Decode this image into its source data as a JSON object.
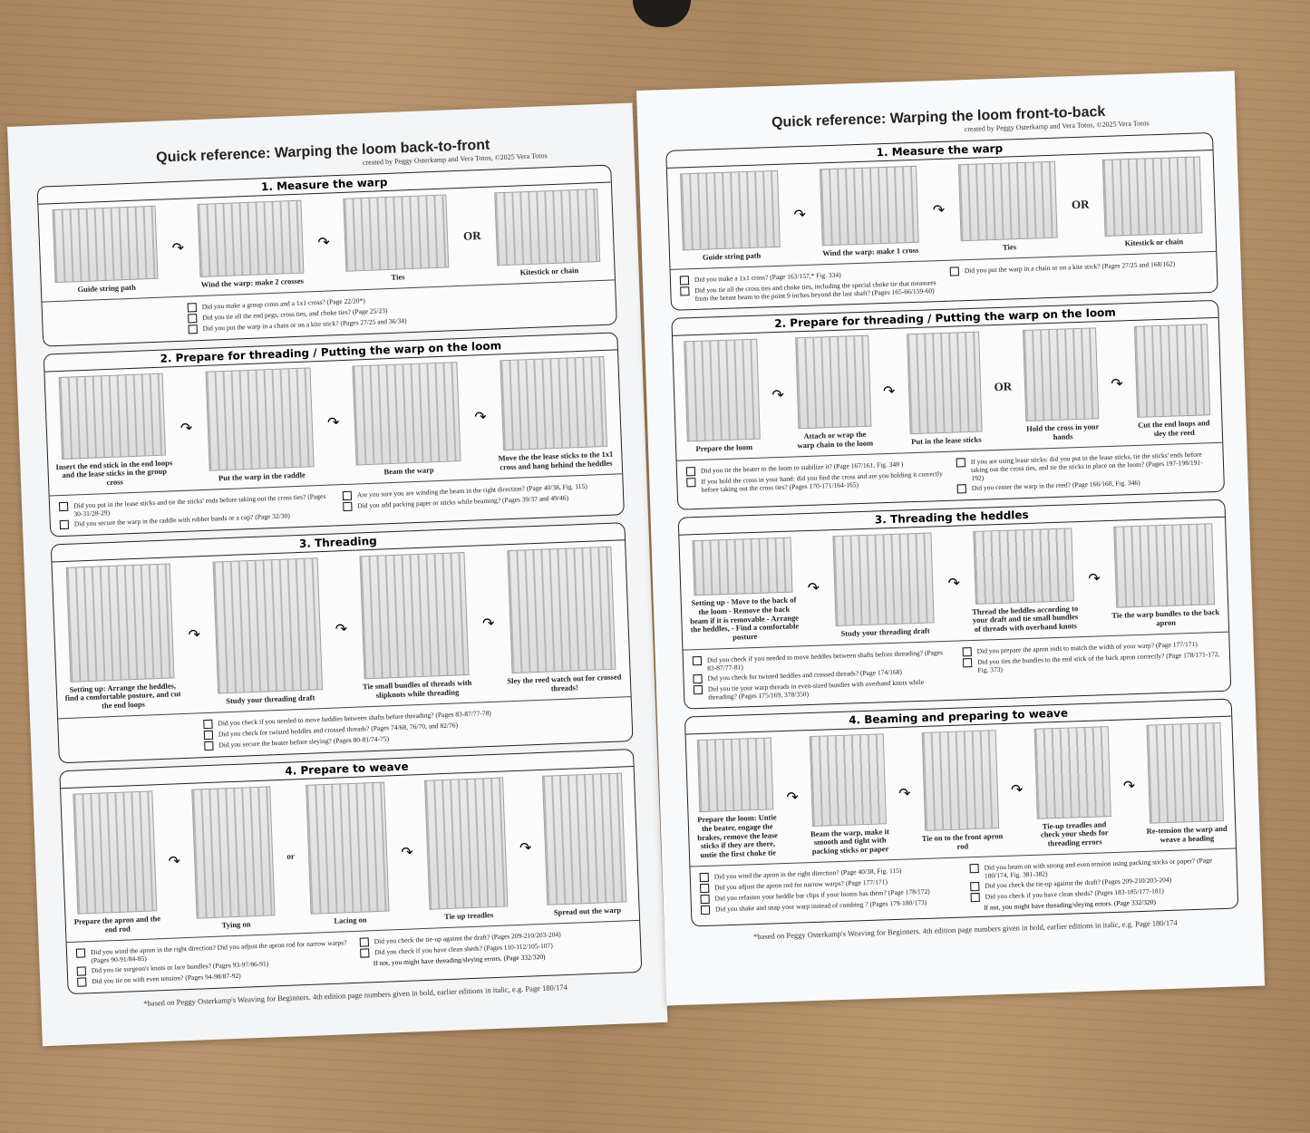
{
  "papers": [
    {
      "title": "Quick reference: Warping the loom back-to-front",
      "credit": "created by Peggy Osterkamp and Vera Totos, ©2025 Vera Totos",
      "sections": [
        {
          "title": "1. Measure the warp",
          "steps": [
            "Guide string path",
            "Wind the warp: make 2 crosses",
            "Ties",
            "OR",
            "Kitestick or chain"
          ],
          "checks_left": [
            "Did you make a group cross and a 1x1 cross? (Page 22/20*)",
            "Did you tie all the end pegs, cross ties, and choke ties? (Page 25/23)",
            "Did you put the warp in a chain or on a kite stick? (Pages 27/25 and 36/34)"
          ],
          "checks_right": [],
          "note": ""
        },
        {
          "title": "2. Prepare for threading / Putting the warp on the loom",
          "steps": [
            "Insert the end stick in the end loops and the lease sticks in the group cross",
            "Put the warp in the raddle",
            "Beam the warp",
            "Move the the lease sticks to the 1x1 cross and hang behind the heddles"
          ],
          "checks_left": [
            "Did you put in the lease sticks and tie the sticks' ends before taking out the cross ties? (Pages 30-31/28-29)",
            "Did you secure the warp in the raddle with rubber bands or a cap? (Page 32/30)"
          ],
          "checks_right": [
            "Are you sure you are winding the beam in the right direction? (Page 40/38, Fig. 115)",
            "Did you add packing paper or sticks while beaming? (Pages 39/37 and 49/46)"
          ],
          "note": ""
        },
        {
          "title": "3. Threading",
          "steps": [
            "Setting up: Arrange the heddles, find a comfortable posture, and cut the end loops",
            "Study your threading draft",
            "Tie small bundles of threads with slipknots while threading",
            "Sley the reed watch out for crossed threads!"
          ],
          "checks_left": [
            "Did you check if you needed to move heddles between shafts before threading? (Pages 83-87/77-78)",
            "Did you check for twisted heddles and crossed threads? (Pages 74/68, 76/70, and 82/76)",
            "Did you  secure the beater before sleying? (Pages 80-81/74-75)"
          ],
          "checks_right": [],
          "note": ""
        },
        {
          "title": "4. Prepare to weave",
          "steps": [
            "Prepare the apron and the end rod",
            "Tying on",
            "or",
            "Lacing on",
            "Tie up treadles",
            "Spread out the warp"
          ],
          "checks_left": [
            "Did you wind the apron in the right direction? Did you adjust the apron rod for narrow warps? (Pages 90-91/84-85)",
            "Did you tie surgeon's knots or lace bundles? (Pages 93-97/86-91)",
            "Did you tie on with even tension? (Pages 94-98/87-92)"
          ],
          "checks_right": [
            "Did you check the tie-up against the draft? (Pages 209-210/203-204)",
            "Did you check if you have clean sheds? (Pages 110-112/105-107)"
          ],
          "note": "If not, you might have threading/sleying errors. (Page 332/320)"
        }
      ],
      "footnote": "*based on Peggy Osterkamp's Weaving for Beginners. 4th edition page numbers given in bold, earlier editions in italic, e.g. Page 180/174"
    },
    {
      "title": "Quick reference: Warping the loom front-to-back",
      "credit": "created by Peggy Osterkamp and Vera Totos, ©2025 Vera Totos",
      "sections": [
        {
          "title": "1. Measure the warp",
          "steps": [
            "Guide string path",
            "Wind the warp: make 1 cross",
            "Ties",
            "OR",
            "Kitestick or chain"
          ],
          "checks_left": [
            "Did you make a 1x1 cross? (Page 163/157,* Fig. 334)",
            "Did you tie all the cross ties and choke ties, including the special choke tie that measures from the breast beam to the point 9 inches beyond the last shaft? (Pages 165-66/159-60)"
          ],
          "checks_right": [
            "Did you put the warp in a chain or on a kite stick? (Pages 27/25 and 168/162)"
          ],
          "note": ""
        },
        {
          "title": "2. Prepare for threading / Putting the warp on the loom",
          "steps": [
            "Prepare the loom",
            "Attach or wrap the warp chain to the loom",
            "Put in the lease sticks",
            "OR",
            "Hold the cross in your hands",
            "Cut the end loops and sley the reed"
          ],
          "checks_left": [
            "Did you tie the beater to the loom to stabilize it? (Page 167/161, Fig. 348 )",
            "If you hold the cross in your hand: did you find the cross and are you holding it correctly before taking out the cross ties? (Pages 170-171/164-165)"
          ],
          "checks_right": [
            "If you are using lease sticks: did you put in the lease sticks, tie the sticks' ends before taking out the cross ties, and tie the sticks in place on the loom? (Pages 197-198/191-192)",
            "Did you center the warp in the reed? (Page 166/160, Fig. 346)"
          ],
          "note": ""
        },
        {
          "title": "3. Threading the heddles",
          "steps": [
            "Setting up - Move to the back of the loom - Remove the back beam if it is removable - Arrange the heddles, - Find a comfortable posture",
            "Study your threading draft",
            "Thread the heddles according to your draft and tie small bundles of threads with overhand knots",
            "Tie the warp bundles to the back apron"
          ],
          "checks_left": [
            "Did you check if you needed to move heddles between shafts before threading? (Pages 83-87/77-81)",
            "Did you check for twisted heddles and crossed threads? (Page 174/168)",
            "Did you tie your warp threads in even-sized bundles with overhand knots while threading? (Pages 175/169, 378/350)"
          ],
          "checks_right": [
            "Did you prepare the apron rods to match the width of your warp? (Page 177/171)",
            "Did you ties the bundles to the end stick of the back apron correctly? (Page 178/171-172, Fig. 373)"
          ],
          "note": ""
        },
        {
          "title": "4. Beaming  and preparing to weave",
          "steps": [
            "Prepare the loom: Untie the beater, engage the brakes, remove the lease sticks if they are there, untie the first choke tie",
            "Beam the warp, make it smooth and tight with packing sticks or paper",
            "Tie on to the front apron rod",
            "Tie-up treadles  and check your sheds for threading errors",
            "Re-tension the warp and weave a heading"
          ],
          "checks_left": [
            "Did you wind the apron in the right direction? (Page 40/38, Fig. 115)",
            "Did you adjust the apron rod for narrow warps? (Page 177/171)",
            "Did you refasten your heddle bar clips if your looms  has them? (Page 178/172)",
            "Did you shake and snap your warp instead of combing ? (Pages 179-180/173)"
          ],
          "checks_right": [
            "Did you beam on with strong and even tension using packing sticks or paper? (Page 180/174, Fig. 381-382)",
            "Did you check the tie-up against the draft? (Pages 209-210/203-204)",
            "Did you check if you have clean sheds? (Pages 183-185/177-181)"
          ],
          "note": "If not, you might have threading/sleying errors. (Page 332/320)"
        }
      ],
      "footnote": "*based on Peggy Osterkamp's Weaving for Beginners. 4th edition page numbers given in bold, earlier editions in italic, e.g. Page 180/174"
    }
  ]
}
